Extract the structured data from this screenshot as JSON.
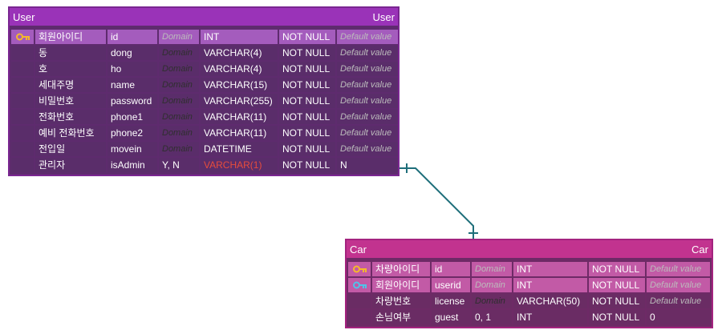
{
  "colors": {
    "user_header": "#9a33b8",
    "car_header": "#c2338f",
    "pk_key": "#f5b92a",
    "fk_key": "#4fc3e8",
    "connector": "#1e6e7a"
  },
  "user": {
    "title_left": "User",
    "title_right": "User",
    "rows": [
      {
        "key": "pk",
        "name": "회원아이디",
        "id": "id",
        "domain": "Domain",
        "type": "INT",
        "null": "NOT NULL",
        "default": "Default value"
      },
      {
        "key": "",
        "name": "동",
        "id": "dong",
        "domain": "Domain",
        "type": "VARCHAR(4)",
        "null": "NOT NULL",
        "default": "Default value"
      },
      {
        "key": "",
        "name": "호",
        "id": "ho",
        "domain": "Domain",
        "type": "VARCHAR(4)",
        "null": "NOT NULL",
        "default": "Default value"
      },
      {
        "key": "",
        "name": "세대주명",
        "id": "name",
        "domain": "Domain",
        "type": "VARCHAR(15)",
        "null": "NOT NULL",
        "default": "Default value"
      },
      {
        "key": "",
        "name": "비밀번호",
        "id": "password",
        "domain": "Domain",
        "type": "VARCHAR(255)",
        "null": "NOT NULL",
        "default": "Default value"
      },
      {
        "key": "",
        "name": "전화번호",
        "id": "phone1",
        "domain": "Domain",
        "type": "VARCHAR(11)",
        "null": "NOT NULL",
        "default": "Default value"
      },
      {
        "key": "",
        "name": "예비 전화번호",
        "id": "phone2",
        "domain": "Domain",
        "type": "VARCHAR(11)",
        "null": "NOT NULL",
        "default": "Default value"
      },
      {
        "key": "",
        "name": "전입일",
        "id": "movein",
        "domain": "Domain",
        "type": "DATETIME",
        "null": "NOT NULL",
        "default": "Default value"
      },
      {
        "key": "",
        "name": "관리자",
        "id": "isAdmin",
        "domain": "Y, N",
        "type": "VARCHAR(1)",
        "null": "NOT NULL",
        "default": "N"
      }
    ]
  },
  "car": {
    "title_left": "Car",
    "title_right": "Car",
    "rows": [
      {
        "key": "pk",
        "name": "차량아이디",
        "id": "id",
        "domain": "Domain",
        "type": "INT",
        "null": "NOT NULL",
        "default": "Default value"
      },
      {
        "key": "fk",
        "name": "회원아이디",
        "id": "userid",
        "domain": "Domain",
        "type": "INT",
        "null": "NOT NULL",
        "default": "Default value"
      },
      {
        "key": "",
        "name": "차량번호",
        "id": "license",
        "domain": "Domain",
        "type": "VARCHAR(50)",
        "null": "NOT NULL",
        "default": "Default value"
      },
      {
        "key": "",
        "name": "손님여부",
        "id": "guest",
        "domain": "0, 1",
        "type": "INT",
        "null": "NOT NULL",
        "default": "0"
      }
    ]
  }
}
